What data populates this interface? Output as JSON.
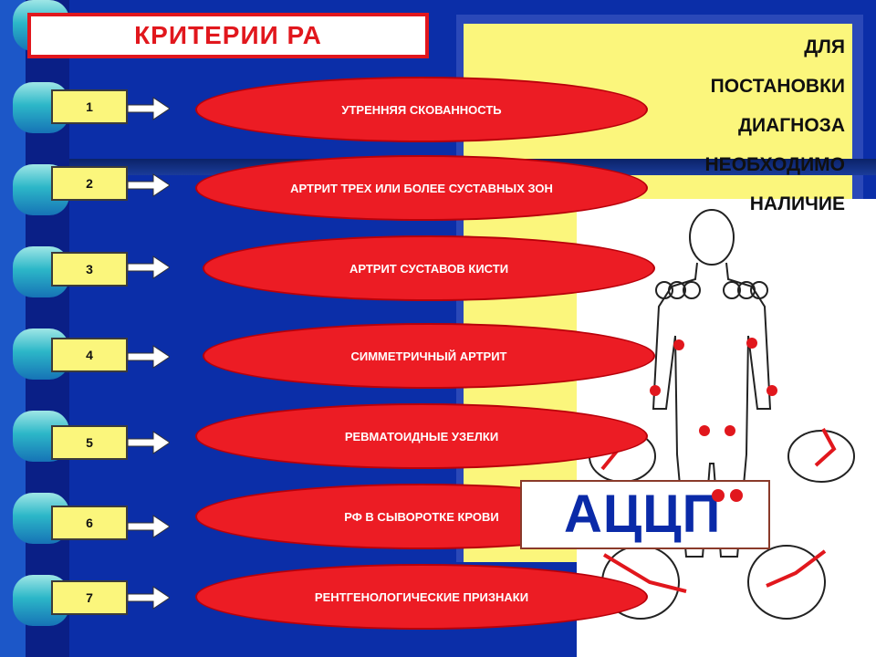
{
  "title": "КРИТЕРИИ РА",
  "note_lines": [
    "ДЛЯ",
    "ПОСТАНОВКИ",
    "ДИАГНОЗА",
    "НЕОБХОДИМО",
    "НАЛИЧИЕ"
  ],
  "criteria": [
    {
      "num": "1",
      "label": "УТРЕННЯЯ СКОВАННОСТЬ"
    },
    {
      "num": "2",
      "label": "АРТРИТ ТРЕХ ИЛИ БОЛЕЕ СУСТАВНЫХ ЗОН"
    },
    {
      "num": "3",
      "label": "АРТРИТ СУСТАВОВ КИСТИ"
    },
    {
      "num": "4",
      "label": "СИММЕТРИЧНЫЙ АРТРИТ"
    },
    {
      "num": "5",
      "label": "РЕВМАТОИДНЫЕ УЗЕЛКИ"
    },
    {
      "num": "6",
      "label": "РФ В СЫВОРОТКЕ КРОВИ"
    },
    {
      "num": "7",
      "label": "РЕНТГЕНОЛОГИЧЕСКИЕ ПРИЗНАКИ"
    }
  ],
  "badge": "АЦЦП",
  "colors": {
    "accent": "#e1171d",
    "panel": "#fbf67c",
    "background": "#0b2ea8",
    "badge_text": "#0a2aa8"
  }
}
